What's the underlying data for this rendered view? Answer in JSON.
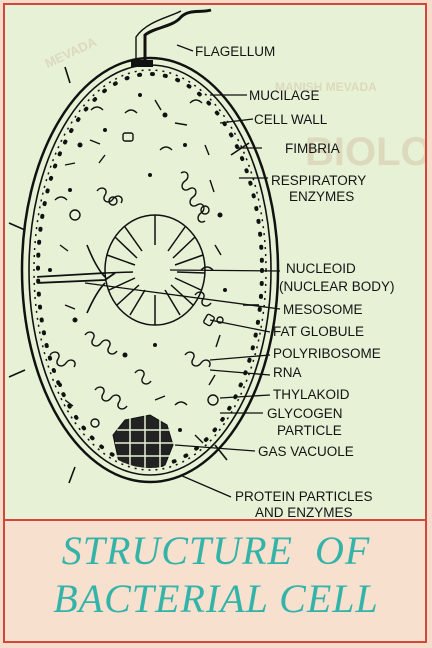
{
  "labels": {
    "flagellum": "FLAGELLUM",
    "mucilage": "MUCILAGE",
    "cell_wall": "CELL WALL",
    "fimbria": "FIMBRIA",
    "respiratory_1": "RESPIRATORY",
    "respiratory_2": "ENZYMES",
    "nucleoid_1": "NUCLEOID",
    "nucleoid_2": "(NUCLEAR BODY)",
    "mesosome": "MESOSOME",
    "fat_globule": "FAT GLOBULE",
    "polyribosome": "POLYRIBOSOME",
    "rna": "RNA",
    "thylakoid": "THYLAKOID",
    "glycogen_1": "GLYCOGEN",
    "glycogen_2": "PARTICLE",
    "gas_vacuole": "GAS VACUOLE",
    "protein_1": "PROTEIN PARTICLES",
    "protein_2": "AND ENZYMES"
  },
  "caption": {
    "line1": "STRUCTURE  OF",
    "line2": "BACTERIAL CELL"
  },
  "watermark": {
    "text1": "MEVADA",
    "text2": "MANISH MEVADA",
    "text3": "BIOLOGY"
  },
  "colors": {
    "border": "#d4463a",
    "panel_bg": "#e6f1d6",
    "caption_bg": "#f8e0cf",
    "caption_text": "#34b3a9"
  }
}
